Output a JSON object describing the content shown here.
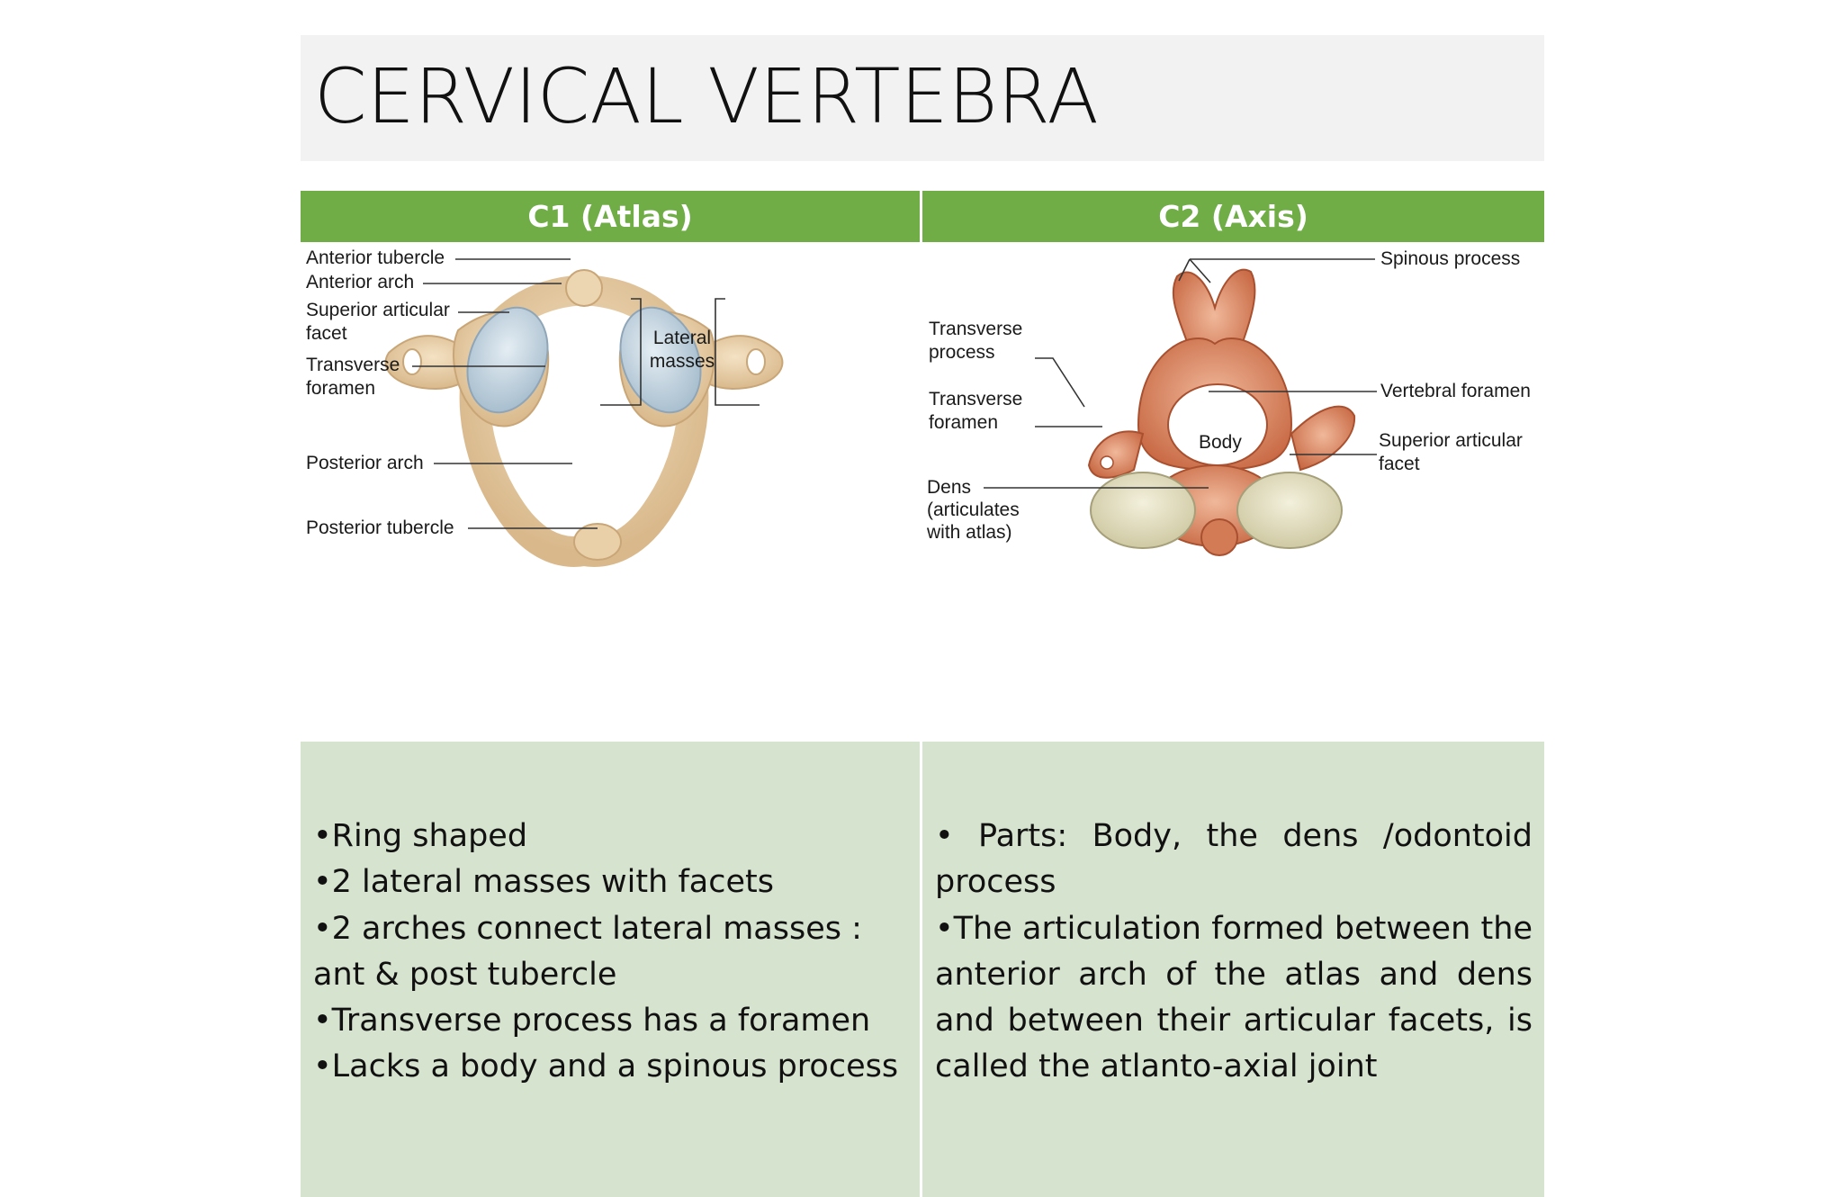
{
  "slide": {
    "title": "CERVICAL VERTEBRA"
  },
  "table": {
    "headers": [
      "C1 (Atlas)",
      "C2 (Axis)"
    ],
    "atlas_figure": {
      "labels": {
        "anterior_tubercle": "Anterior tubercle",
        "anterior_arch": "Anterior arch",
        "superior_articular_1": "Superior articular",
        "superior_articular_2": "facet",
        "transverse_foramen_1": "Transverse",
        "transverse_foramen_2": "foramen",
        "posterior_arch": "Posterior arch",
        "posterior_tubercle": "Posterior tubercle",
        "lateral_masses_1": "Lateral",
        "lateral_masses_2": "masses"
      }
    },
    "axis_figure": {
      "labels": {
        "spinous_process": "Spinous process",
        "transverse_process_1": "Transverse",
        "transverse_process_2": "process",
        "vertebral_foramen": "Vertebral foramen",
        "transverse_foramen_1": "Transverse",
        "transverse_foramen_2": "foramen",
        "body": "Body",
        "superior_articular_1": "Superior articular",
        "superior_articular_2": "facet",
        "dens_1": "Dens",
        "dens_2": "(articulates",
        "dens_3": "with atlas)"
      }
    },
    "atlas_points": [
      "•Ring shaped",
      "•2 lateral masses with facets",
      "•2 arches connect lateral masses : ant & post tubercle",
      "•Transverse process has a foramen",
      "•Lacks a body and a spinous process"
    ],
    "axis_points": [
      "• Parts: Body, the dens /odontoid process",
      "•The articulation formed between the anterior arch of the atlas and dens and between their articular facets, is called the atlanto-axial joint"
    ]
  },
  "colors": {
    "header_green": "#70ad47",
    "body_green": "#d6e3cf",
    "title_band": "#f2f2f2",
    "bone": "#e8cfa8",
    "facet": "#b9cbd8",
    "axis_bone": "#d9835e"
  }
}
